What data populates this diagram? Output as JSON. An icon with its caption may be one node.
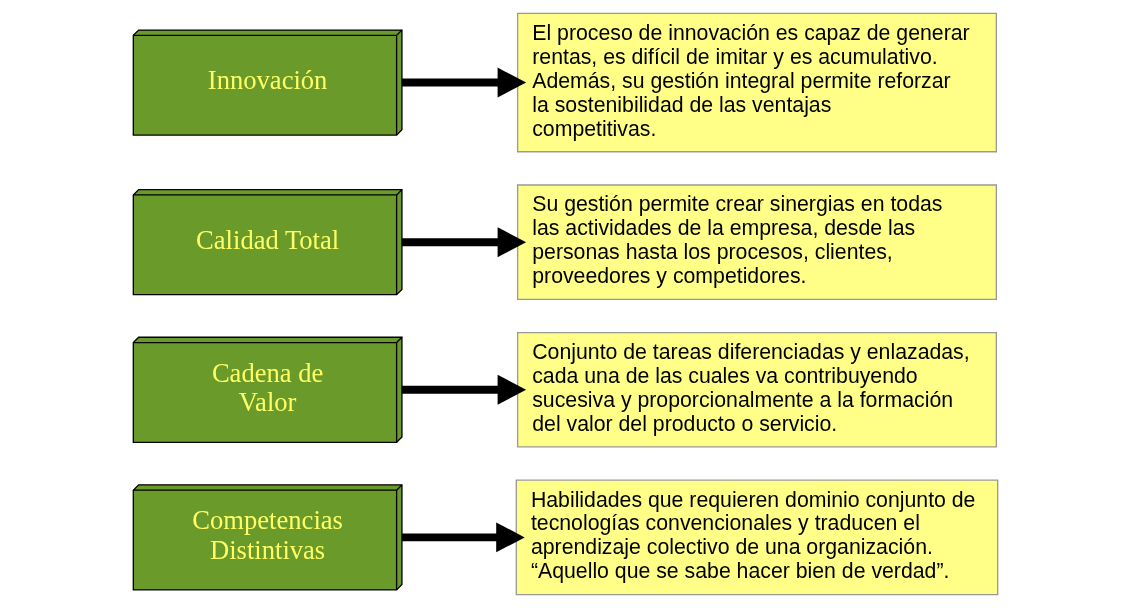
{
  "diagram": {
    "nodes": [
      {
        "text": [
          "Competencias Distintivas"
        ]
      },
      {
        "text": [
          "Habilidades que requieren dominio conjunto de tecnologías convencionales y traducen el aprendizaje colectivo de una organización. “Aquello que se sabe hacer bien de verdad”."
        ]
      },
      {
        "text": [
          "Cadena de Valor"
        ]
      },
      {
        "text": [
          "Conjunto de tareas diferenciadas y enlazadas, cada una de las cuales va contribuyendo sucesiva y proporcionalmente a la formación del valor del producto o servicio."
        ]
      },
      {
        "text": [
          "Calidad Total"
        ]
      },
      {
        "text": [
          "Su gestión permite crear sinergias en todas las actividades de la empresa, desde las personas hasta los procesos, clientes, proveedores y competidores."
        ]
      },
      {
        "text": [
          "Innovación"
        ]
      },
      {
        "text": [
          "El proceso de innovación es capaz de generar rentas, es difícil de imitar y es acumulativo. Además, su gestión integral permite reforzar la sostenibilidad de las ventajas competitivas."
        ]
      }
    ],
    "edges": [
      {
        "from": 0,
        "to": 1,
        "arrow": "to"
      },
      {
        "from": 2,
        "to": 3,
        "arrow": "to"
      },
      {
        "from": 4,
        "to": 5,
        "arrow": "to"
      },
      {
        "from": 6,
        "to": 7,
        "arrow": "to"
      }
    ]
  }
}
